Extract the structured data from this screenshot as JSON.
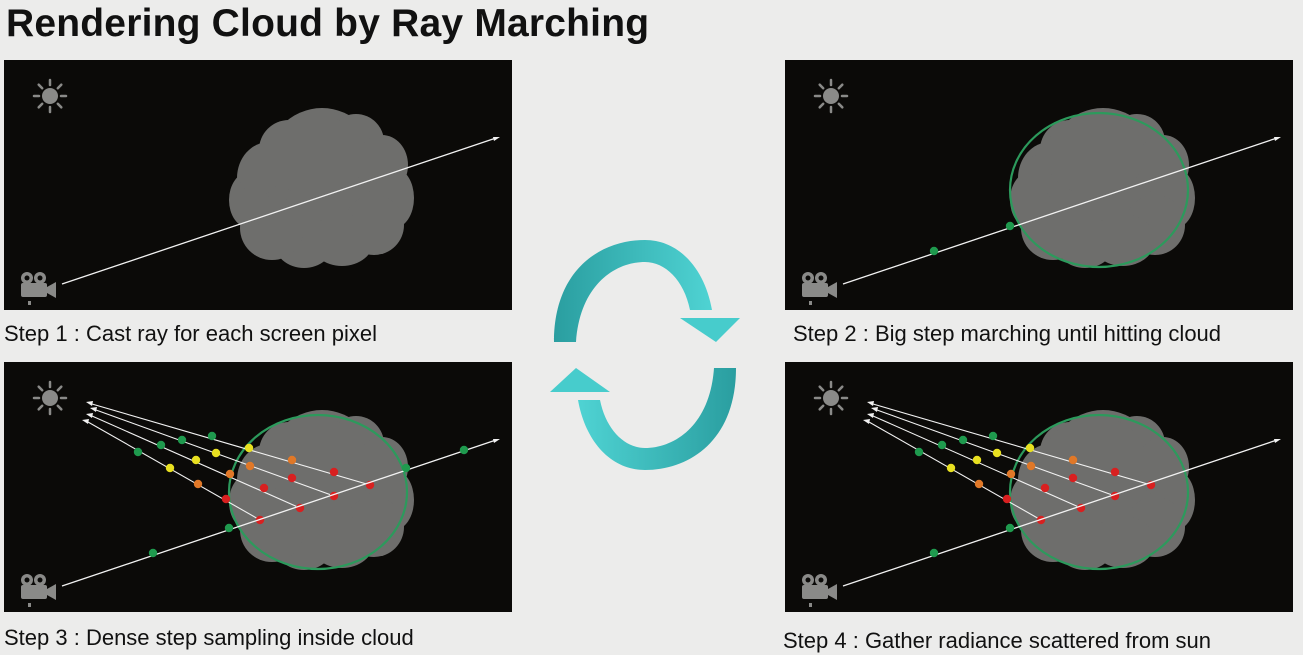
{
  "title": "Rendering Cloud by Ray Marching",
  "steps": [
    {
      "caption": "Step 1 : Cast ray for each screen pixel"
    },
    {
      "caption": "Step 2 : Big step marching until hitting cloud"
    },
    {
      "caption": "Step 3 : Dense step sampling inside cloud"
    },
    {
      "caption": "Step 4 : Gather radiance scattered from sun"
    }
  ],
  "icons": [
    "sun-icon",
    "camera-icon",
    "cycle-arrows-icon"
  ],
  "colors": {
    "background": "#ececeb",
    "panel": "#0b0a08",
    "cloud": "#6e6e6c",
    "bounding_ellipse": "#2c9a5c",
    "sample_green": "#1f9a4e",
    "sample_yellow": "#e8e020",
    "sample_orange": "#e07828",
    "sample_red": "#d82020",
    "cycle_arrow": "#3dbfc0"
  }
}
